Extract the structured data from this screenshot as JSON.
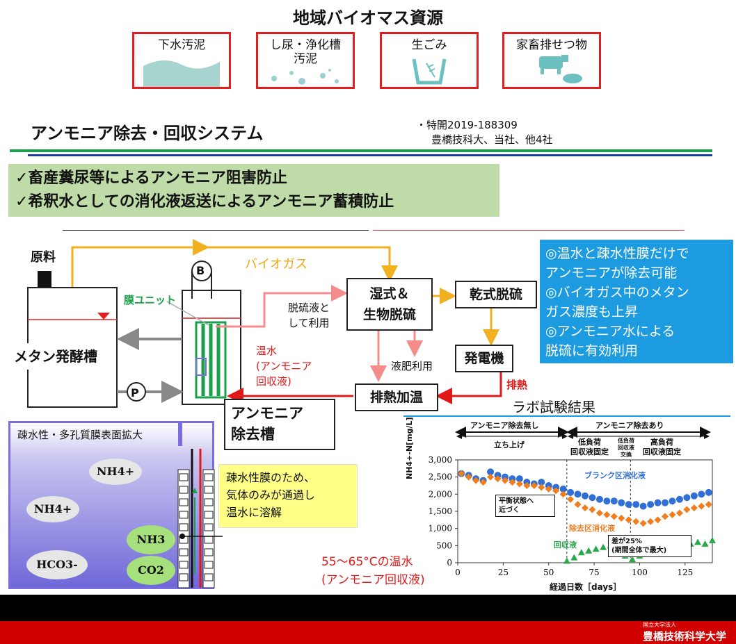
{
  "header": {
    "title": "地域バイオマス資源"
  },
  "sources": [
    {
      "label": "下水汚泥"
    },
    {
      "label": "し尿・浄化槽\n汚泥"
    },
    {
      "label": "生ごみ"
    },
    {
      "label": "家畜排せつ物"
    }
  ],
  "system": {
    "title": "アンモニア除去・回収システム",
    "patent_line1": "・特開2019-188309",
    "patent_line2": "豊橋技科大、当社、他4社"
  },
  "benefits": [
    "✓畜産糞尿等によるアンモニア阻害防止",
    "✓希釈水としての消化液返送によるアンモニア蓄積防止"
  ],
  "diagram": {
    "feed": "原料",
    "biogas": "バイオガス",
    "membrane_unit": "膜ユニット",
    "methane_tank": "メタン発酵槽",
    "ammonia_tank": "アンモニア\n除去槽",
    "wet_desulf": "湿式＆\n生物脱硫",
    "dry_desulf": "乾式脱硫",
    "generator": "発電機",
    "heat": "排熱加温",
    "waste_heat": "排熱",
    "desulf_use": "脱硫液と\nして利用",
    "liquid_fert": "液肥利用",
    "warm_water": "温水\n(アンモニア\n回収液)",
    "pump": "P",
    "blower": "B"
  },
  "highlights": [
    "◎温水と疎水性膜だけで",
    "アンモニアが除去可能",
    "◎バイオガス中のメタン",
    "ガス濃度も上昇",
    "◎アンモニア水による",
    "脱硫に有効利用"
  ],
  "membrane_detail": {
    "title": "疎水性・多孔質膜表面拡大",
    "ions": [
      "NH4+",
      "NH4+",
      "HCO3-"
    ],
    "gases": [
      "NH3",
      "CO2"
    ],
    "note": "疎水性膜のため、\n気体のみが通過し\n温水に溶解",
    "hot_water": "55〜65°Cの温水\n(アンモニア回収液)"
  },
  "lab": {
    "title": "ラボ試験結果",
    "phase_no": "アンモニア除去無し",
    "phase_yes": "アンモニア除去あり",
    "startup": "立ち上げ",
    "low_load": "低負荷\n回収液固定",
    "low_load_swap": "低負荷\n回収液\n交換",
    "high_load": "高負荷\n回収液固定",
    "annot_equilibrium": "平衡状態へ\n近づく",
    "annot_diff": "差が25%\n(期間全体で最大)"
  },
  "chart_data": {
    "type": "scatter",
    "xlabel": "経過日数［days］",
    "ylabel": "NH4+-N[mg/L]",
    "xlim": [
      0,
      140
    ],
    "ylim": [
      0,
      3000
    ],
    "xticks": [
      0,
      25,
      50,
      75,
      100,
      125
    ],
    "yticks": [
      0,
      500,
      1000,
      1500,
      2000,
      2500,
      3000
    ],
    "ytick_labels": [
      "0",
      "500",
      "1,000",
      "1,500",
      "2,000",
      "2,500",
      "3,000"
    ],
    "series": [
      {
        "name": "ブランク区消化液",
        "color": "#2f6fd6",
        "marker": "circle",
        "x": [
          2,
          6,
          10,
          14,
          18,
          22,
          26,
          30,
          34,
          38,
          42,
          46,
          50,
          54,
          58,
          62,
          66,
          70,
          74,
          78,
          82,
          86,
          90,
          94,
          98,
          102,
          106,
          110,
          114,
          118,
          122,
          126,
          130,
          134,
          138
        ],
        "y": [
          2600,
          2550,
          2450,
          2400,
          2650,
          2550,
          2500,
          2450,
          2450,
          2350,
          2300,
          2350,
          2250,
          2200,
          2150,
          2050,
          2000,
          1950,
          1900,
          1850,
          1800,
          1800,
          1750,
          1700,
          1700,
          1650,
          1700,
          1750,
          1750,
          1800,
          1850,
          1900,
          1950,
          2000,
          2050
        ]
      },
      {
        "name": "除去区消化液",
        "color": "#f07d1e",
        "marker": "diamond",
        "x": [
          2,
          6,
          10,
          14,
          18,
          22,
          26,
          30,
          34,
          38,
          42,
          46,
          50,
          54,
          58,
          62,
          66,
          70,
          74,
          78,
          82,
          86,
          90,
          94,
          98,
          102,
          106,
          110,
          114,
          118,
          122,
          126,
          130,
          134,
          138
        ],
        "y": [
          2600,
          2500,
          2400,
          2350,
          2500,
          2450,
          2400,
          2350,
          2300,
          2250,
          2250,
          2200,
          2150,
          2100,
          2000,
          1850,
          1700,
          1600,
          1550,
          1450,
          1400,
          1350,
          1300,
          1250,
          1200,
          1150,
          1200,
          1250,
          1350,
          1400,
          1450,
          1550,
          1600,
          1650,
          1700
        ]
      },
      {
        "name": "回収液",
        "color": "#2aa84a",
        "marker": "triangle",
        "x": [
          60,
          64,
          68,
          72,
          76,
          80,
          84,
          88,
          92,
          96,
          100,
          104,
          108,
          112,
          116,
          120,
          124,
          128,
          132,
          136,
          140
        ],
        "y": [
          50,
          150,
          300,
          350,
          400,
          450,
          500,
          450,
          200,
          100,
          200,
          300,
          400,
          450,
          500,
          550,
          500,
          550,
          600,
          550,
          650
        ]
      }
    ]
  },
  "footer": {
    "univ_small": "国立大学法人",
    "univ": "豊橋技術科学大学"
  }
}
